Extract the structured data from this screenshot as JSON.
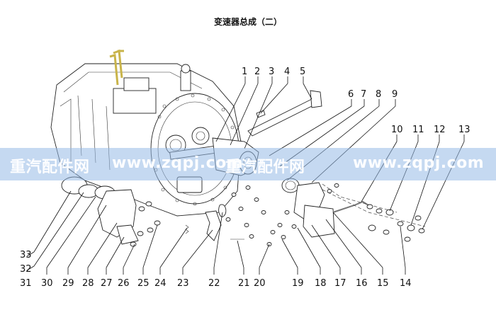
{
  "header": {
    "title": "变速器总成（二）"
  },
  "watermark": {
    "brand": "重汽配件网",
    "url_left": "www.zqpj.com",
    "brand_right": "重汽配件网",
    "url_right": "www.zqpj.com"
  },
  "callouts": [
    "1",
    "2",
    "3",
    "4",
    "5",
    "6",
    "7",
    "8",
    "9",
    "10",
    "11",
    "12",
    "13",
    "14",
    "15",
    "16",
    "17",
    "18",
    "19",
    "20",
    "21",
    "22",
    "23",
    "24",
    "25",
    "26",
    "27",
    "28",
    "29",
    "30",
    "31",
    "32",
    "33"
  ]
}
